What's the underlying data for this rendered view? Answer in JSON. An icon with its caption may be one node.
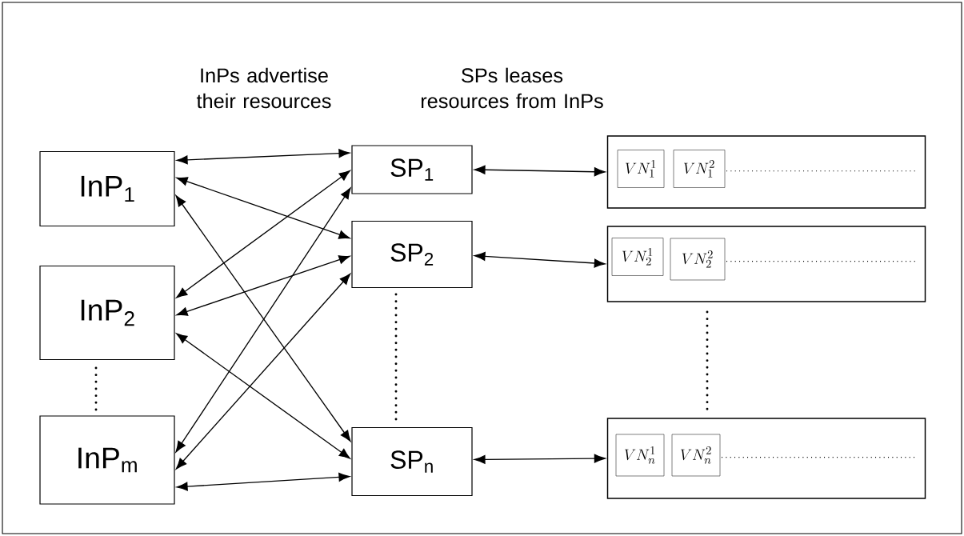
{
  "diagram": {
    "nodes": [
      {
        "text": [
          "InP$_{1}$"
        ]
      },
      {
        "text": [
          "InP$_{2}$"
        ]
      },
      {
        "text": [
          "InP$_{m}$"
        ]
      },
      {
        "text": [
          "SP$_{1}$"
        ]
      },
      {
        "text": [
          "SP$_{2}$"
        ]
      },
      {
        "text": [
          "SP$_{n}$"
        ]
      },
      {
        "text": [],
        "shape": "box"
      },
      {
        "text": [
          "VN_1^1"
        ],
        "in": 6
      },
      {
        "text": [
          "VN_1^2"
        ],
        "in": 6
      },
      {
        "text": [],
        "shape": "box"
      },
      {
        "text": [
          "VN_2^1"
        ],
        "in": 9
      },
      {
        "text": [
          "VN_2^2"
        ],
        "in": 9
      },
      {
        "text": [],
        "shape": "box"
      },
      {
        "text": [
          "VN_n^1"
        ],
        "in": 12
      },
      {
        "text": [
          "VN_n^2"
        ],
        "in": 12
      }
    ],
    "edges": [
      {
        "from": 0,
        "to": 3,
        "arrow": "both"
      },
      {
        "from": 0,
        "to": 4,
        "arrow": "both"
      },
      {
        "from": 0,
        "to": 5,
        "arrow": "both"
      },
      {
        "from": 1,
        "to": 3,
        "arrow": "both"
      },
      {
        "from": 1,
        "to": 4,
        "arrow": "both"
      },
      {
        "from": 1,
        "to": 5,
        "arrow": "both"
      },
      {
        "from": 2,
        "to": 3,
        "arrow": "both"
      },
      {
        "from": 2,
        "to": 4,
        "arrow": "both"
      },
      {
        "from": 2,
        "to": 5,
        "arrow": "both"
      },
      {
        "from": 3,
        "to": 6,
        "arrow": "both"
      },
      {
        "from": 4,
        "to": 9,
        "arrow": "both"
      },
      {
        "from": 5,
        "to": 12,
        "arrow": "both"
      }
    ],
    "labels": [
      "InPs advertise their resources",
      "SPs leases resources from InPs"
    ]
  }
}
